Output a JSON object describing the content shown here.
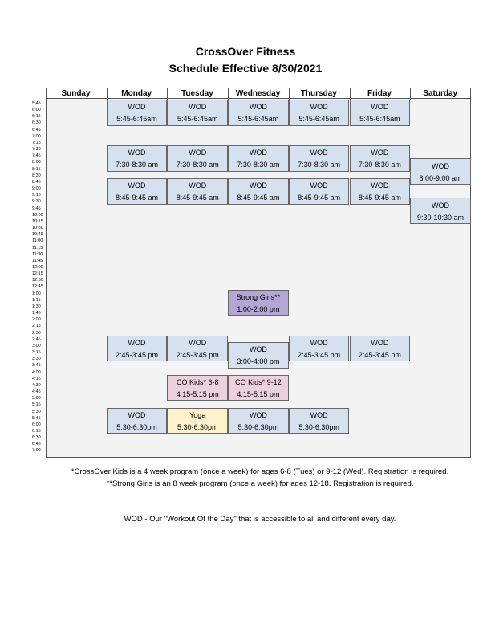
{
  "title": "CrossOver Fitness",
  "subtitle": "Schedule Effective 8/30/2021",
  "days": [
    "Sunday",
    "Monday",
    "Tuesday",
    "Wednesday",
    "Thursday",
    "Friday",
    "Saturday"
  ],
  "times": [
    "5:45",
    "6:00",
    "6:15",
    "6:30",
    "6:45",
    "7:00",
    "7:15",
    "7:30",
    "7:45",
    "8:00",
    "8:15",
    "8:30",
    "8:45",
    "9:00",
    "9:15",
    "9:30",
    "9:45",
    "10:00",
    "10:15",
    "10:30",
    "10:45",
    "11:00",
    "11:15",
    "11:30",
    "11:45",
    "12:00",
    "12:15",
    "12:30",
    "12:45",
    "1:00",
    "1:15",
    "1:30",
    "1:45",
    "2:00",
    "2:15",
    "2:30",
    "2:45",
    "3:00",
    "3:15",
    "3:30",
    "3:45",
    "4:00",
    "4:15",
    "4:30",
    "4:45",
    "5:00",
    "5:15",
    "5:30",
    "5:45",
    "6:00",
    "6:15",
    "6:30",
    "6:45",
    "7:00"
  ],
  "events": [
    {
      "day": "Monday",
      "name": "WOD",
      "time": "5:45-6:45am",
      "color": "#d6e1f0"
    },
    {
      "day": "Tuesday",
      "name": "WOD",
      "time": "5:45-6:45am",
      "color": "#d6e1f0"
    },
    {
      "day": "Wednesday",
      "name": "WOD",
      "time": "5:45-6:45am",
      "color": "#d6e1f0"
    },
    {
      "day": "Thursday",
      "name": "WOD",
      "time": "5:45-6:45am",
      "color": "#d6e1f0"
    },
    {
      "day": "Friday",
      "name": "WOD",
      "time": "5:45-6:45am",
      "color": "#d6e1f0"
    },
    {
      "day": "Monday",
      "name": "WOD",
      "time": "7:30-8:30 am",
      "color": "#d6e1f0"
    },
    {
      "day": "Tuesday",
      "name": "WOD",
      "time": "7:30-8:30 am",
      "color": "#d6e1f0"
    },
    {
      "day": "Wednesday",
      "name": "WOD",
      "time": "7:30-8:30 am",
      "color": "#d6e1f0"
    },
    {
      "day": "Thursday",
      "name": "WOD",
      "time": "7:30-8:30 am",
      "color": "#d6e1f0"
    },
    {
      "day": "Friday",
      "name": "WOD",
      "time": "7:30-8:30 am",
      "color": "#d6e1f0"
    },
    {
      "day": "Saturday",
      "name": "WOD",
      "time": "8:00-9:00 am",
      "color": "#d6e1f0"
    },
    {
      "day": "Monday",
      "name": "WOD",
      "time": "8:45-9:45 am",
      "color": "#d6e1f0"
    },
    {
      "day": "Tuesday",
      "name": "WOD",
      "time": "8:45-9:45 am",
      "color": "#d6e1f0"
    },
    {
      "day": "Wednesday",
      "name": "WOD",
      "time": "8:45-9:45 am",
      "color": "#d6e1f0"
    },
    {
      "day": "Thursday",
      "name": "WOD",
      "time": "8:45-9:45 am",
      "color": "#d6e1f0"
    },
    {
      "day": "Friday",
      "name": "WOD",
      "time": "8:45-9:45 am",
      "color": "#d6e1f0"
    },
    {
      "day": "Saturday",
      "name": "WOD",
      "time": "9:30-10:30 am",
      "color": "#d6e1f0"
    },
    {
      "day": "Wednesday",
      "name": "Strong Girls**",
      "time": "1:00-2:00 pm",
      "color": "#b4a7d6"
    },
    {
      "day": "Monday",
      "name": "WOD",
      "time": "2:45-3:45 pm",
      "color": "#d6e1f0"
    },
    {
      "day": "Tuesday",
      "name": "WOD",
      "time": "2:45-3:45 pm",
      "color": "#d6e1f0"
    },
    {
      "day": "Wednesday",
      "name": "WOD",
      "time": "3:00-4:00 pm",
      "color": "#d6e1f0"
    },
    {
      "day": "Thursday",
      "name": "WOD",
      "time": "2:45-3:45 pm",
      "color": "#d6e1f0"
    },
    {
      "day": "Friday",
      "name": "WOD",
      "time": "2:45-3:45 pm",
      "color": "#d6e1f0"
    },
    {
      "day": "Tuesday",
      "name": "CO Kids* 6-8",
      "time": "4:15-5:15 pm",
      "color": "#ead1dc"
    },
    {
      "day": "Wednesday",
      "name": "CO Kids* 9-12",
      "time": "4:15-5:15 pm",
      "color": "#ead1dc"
    },
    {
      "day": "Monday",
      "name": "WOD",
      "time": "5:30-6:30pm",
      "color": "#d6e1f0"
    },
    {
      "day": "Tuesday",
      "name": "Yoga",
      "time": "5:30-6:30pm",
      "color": "#fff2cc"
    },
    {
      "day": "Wednesday",
      "name": "WOD",
      "time": "5:30-6:30pm",
      "color": "#d6e1f0"
    },
    {
      "day": "Thursday",
      "name": "WOD",
      "time": "5:30-6:30pm",
      "color": "#d6e1f0"
    }
  ],
  "notes": {
    "kids": "*CrossOver Kids is a 4 week program (once a week) for ages 6-8 (Tues) or 9-12 (Wed). Registration is required.",
    "girls": "**Strong Girls is an 8 week program (once a week) for ages 12-18. Registration is required.",
    "wod": "WOD - Our \"Workout Of the Day\" that is accessible to all and different every day."
  }
}
